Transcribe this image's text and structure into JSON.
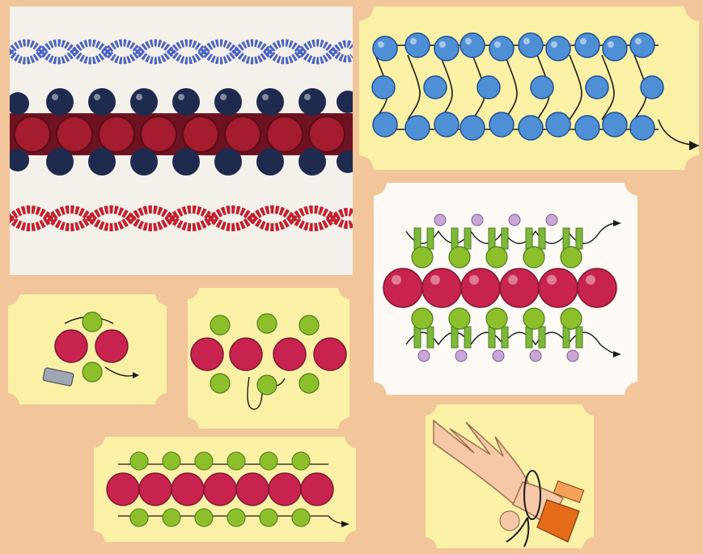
{
  "page": {
    "background": "#f2c59a",
    "panel_colors": {
      "photo": "#f4f0ea",
      "yellow_card": "#fbf1a6",
      "white_card": "#fdfaf5"
    }
  },
  "panels": [
    {
      "id": "bead-photo",
      "depicts": "three-bead-bracelets-photo"
    },
    {
      "id": "blue-bead-diagram",
      "depicts": "blue-bead-weave-diagram"
    },
    {
      "id": "pink-green-diagram",
      "depicts": "pink-green-purple-bead-diagram"
    },
    {
      "id": "step1-diagram",
      "depicts": "starting-step-with-needle"
    },
    {
      "id": "step2-diagram",
      "depicts": "adding-beads-step"
    },
    {
      "id": "row-diagram",
      "depicts": "pink-green-row-diagram"
    },
    {
      "id": "wrist-illustration",
      "depicts": "hand-tying-bracelet"
    }
  ],
  "colors": {
    "blue_bead": "#4f8fd6",
    "pink_bead": "#c8234e",
    "green_bead": "#8cbf2a",
    "lavender_bead": "#c9a6d6",
    "dark_bead": "#1e2a4e",
    "red_bead": "#a41c2e",
    "seed_blue": "#4a62c4"
  }
}
